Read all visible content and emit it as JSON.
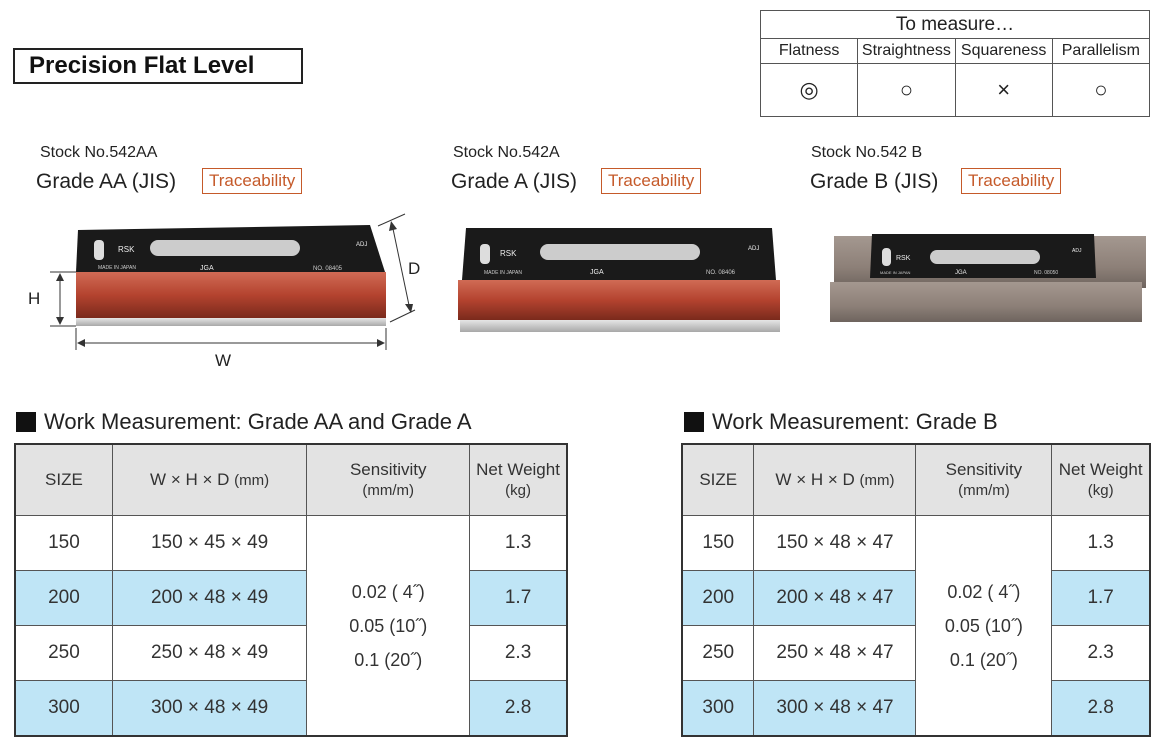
{
  "page_title": "Precision Flat Level",
  "measure": {
    "header": "To measure…",
    "columns": [
      "Flatness",
      "Straightness",
      "Squareness",
      "Parallelism"
    ],
    "symbols": [
      "◎",
      "○",
      "×",
      "○"
    ]
  },
  "products": [
    {
      "stock": "Stock No.542AA",
      "grade": "Grade AA (JIS)",
      "trace": "Traceability"
    },
    {
      "stock": "Stock No.542A",
      "grade": "Grade A (JIS)",
      "trace": "Traceability"
    },
    {
      "stock": "Stock No.542 B",
      "grade": "Grade B (JIS)",
      "trace": "Traceability"
    }
  ],
  "diagram_labels": {
    "h": "H",
    "w": "W",
    "d": "D"
  },
  "device_labels": {
    "adj": "ADJ",
    "jga": "JGA",
    "made": "MADE IN JAPAN",
    "logo": "RSK",
    "no_aa": "NO. 08405",
    "no_a": "NO. 08406",
    "no_b": "NO. 08050"
  },
  "table_a": {
    "title": "Work Measurement: Grade AA and Grade A",
    "headers": [
      "SIZE",
      "W × H × D",
      "(mm)",
      "Sensitivity",
      "(mm/m)",
      "Net Weight",
      "(kg)"
    ],
    "rows": [
      {
        "size": "150",
        "dims": "150 × 45 × 49",
        "weight": "1.3"
      },
      {
        "size": "200",
        "dims": "200 × 48 × 49",
        "weight": "1.7"
      },
      {
        "size": "250",
        "dims": "250 × 48 × 49",
        "weight": "2.3"
      },
      {
        "size": "300",
        "dims": "300 × 48 × 49",
        "weight": "2.8"
      }
    ],
    "sensitivity": [
      "0.02 ( 4˝)",
      "0.05 (10˝)",
      "0.1 (20˝)"
    ]
  },
  "table_b": {
    "title": "Work Measurement: Grade B",
    "headers": [
      "SIZE",
      "W × H × D",
      "(mm)",
      "Sensitivity",
      "(mm/m)",
      "Net Weight",
      "(kg)"
    ],
    "rows": [
      {
        "size": "150",
        "dims": "150 × 48 × 47",
        "weight": "1.3"
      },
      {
        "size": "200",
        "dims": "200 × 48 × 47",
        "weight": "1.7"
      },
      {
        "size": "250",
        "dims": "250 × 48 × 47",
        "weight": "2.3"
      },
      {
        "size": "300",
        "dims": "300 × 48 × 47",
        "weight": "2.8"
      }
    ],
    "sensitivity": [
      "0.02 ( 4˝)",
      "0.05 (10˝)",
      "0.1 (20˝)"
    ]
  }
}
